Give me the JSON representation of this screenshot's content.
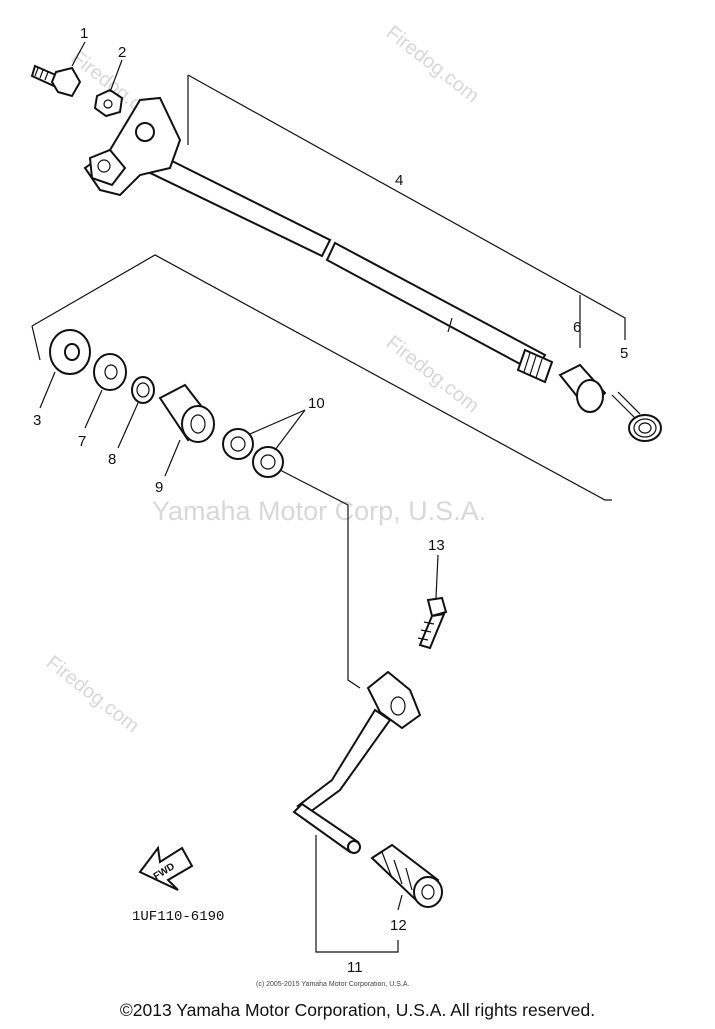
{
  "diagram": {
    "callouts": [
      "1",
      "2",
      "3",
      "4",
      "5",
      "6",
      "7",
      "8",
      "9",
      "10",
      "11",
      "12",
      "13"
    ],
    "watermark_company": "Yamaha Motor Corp, U.S.A.",
    "watermark_site": "Firedog.com",
    "fwd_label": "FWD",
    "drawing_code": "1UF110-6190",
    "small_copyright": "(c) 2005-2015 Yamaha Motor Corporation, U.S.A."
  },
  "footer": {
    "copyright": "©2013 Yamaha Motor Corporation, U.S.A. All rights reserved."
  }
}
